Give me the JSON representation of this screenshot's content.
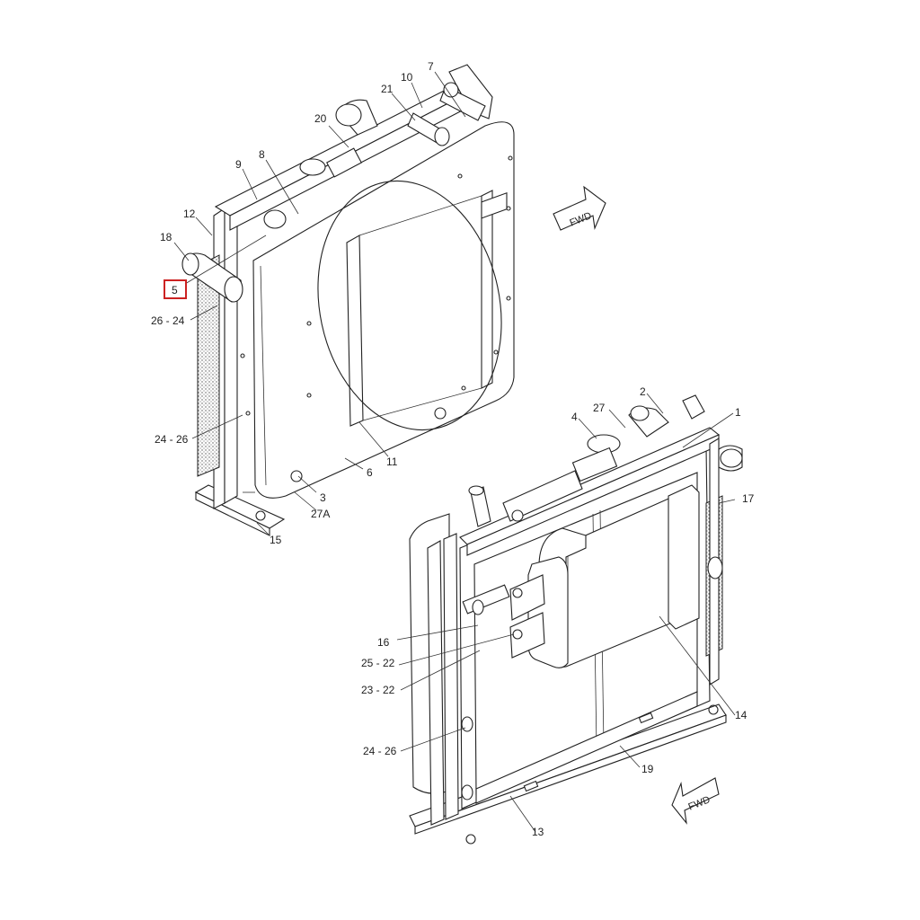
{
  "callouts": {
    "c7": "7",
    "c10": "10",
    "c21": "21",
    "c20": "20",
    "c9": "9",
    "c8": "8",
    "c12": "12",
    "c18": "18",
    "c5": "5",
    "c26_24a": "26 - 24",
    "c24_26a": "24 - 26",
    "c3": "3",
    "c27a": "27A",
    "c6": "6",
    "c11": "11",
    "c15": "15",
    "c2": "2",
    "c1": "1",
    "c27": "27",
    "c4": "4",
    "c17": "17",
    "c16": "16",
    "c25_22": "25 - 22",
    "c23_22": "23 - 22",
    "c14": "14",
    "c24_26b": "24 - 26",
    "c19": "19",
    "c13": "13"
  },
  "arrows": {
    "fwd_top": "FWD",
    "fwd_bottom": "FWD"
  },
  "highlight": {
    "callout": "5",
    "color": "#cc2222"
  }
}
